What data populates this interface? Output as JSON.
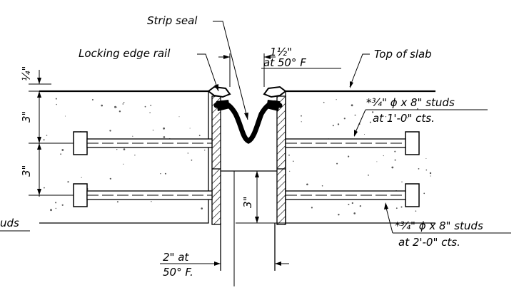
{
  "labels": {
    "strip_seal": "Strip seal",
    "locking_edge_rail": "Locking edge rail",
    "top_of_slab": "Top of slab",
    "gap_top_line1": "1½\"",
    "gap_top_line2": "at 50° F",
    "studs_upper_line1": "*¾\" ϕ x 8\" studs",
    "studs_upper_line2": "at 1'-0\" cts.",
    "studs_lower_line1": "*¾\" ϕ x 8\" studs",
    "studs_lower_line2": "at 2'-0\" cts.",
    "gap_bottom_line1": "2\" at",
    "gap_bottom_line2": "50° F.",
    "left_studs_fragment": "uds",
    "dim_quarter": "¼\"",
    "dim_three_top": "3\"",
    "dim_three_bottom": "3\"",
    "dim_three_center": "3\""
  },
  "colors": {
    "line": "#000000",
    "background": "#ffffff",
    "concrete_speckle": "#555555"
  }
}
